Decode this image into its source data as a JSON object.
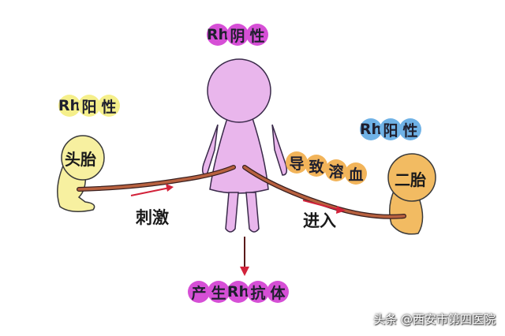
{
  "diagram": {
    "title_mother": {
      "text": "Rh阴性",
      "chars": [
        "Rh",
        "阴",
        "性"
      ],
      "bubble_color": "#d64fd6"
    },
    "first_fetus_label": {
      "text": "Rh阳性",
      "chars": [
        "Rh",
        "阳",
        "性"
      ],
      "bubble_color": "#f5ef8a"
    },
    "second_fetus_label": {
      "text": "Rh阳性",
      "chars": [
        "Rh",
        "阳",
        "性"
      ],
      "bubble_color": "#6fb2e6"
    },
    "first_fetus": {
      "text": "头胎",
      "fill": "#f7f0a0"
    },
    "second_fetus": {
      "text": "二胎",
      "fill": "#f2bb62"
    },
    "mother": {
      "fill": "#e9b6ec"
    },
    "hemolysis_label": {
      "text": "导致溶血",
      "chars": [
        "导",
        "致",
        "溶",
        "血"
      ],
      "bubble_color": "#f2b45a"
    },
    "stimulate_label": {
      "text": "刺激"
    },
    "enter_label": {
      "text": "进入"
    },
    "antibody_label": {
      "text": "产生Rh抗体",
      "chars": [
        "产",
        "生",
        "Rh",
        "抗",
        "体"
      ],
      "bubble_color": "#d64fd6"
    },
    "cord_color": "#b8613f",
    "arrow_color": "#d2223a"
  },
  "watermark": {
    "text": "头条 @西安市第四医院"
  }
}
